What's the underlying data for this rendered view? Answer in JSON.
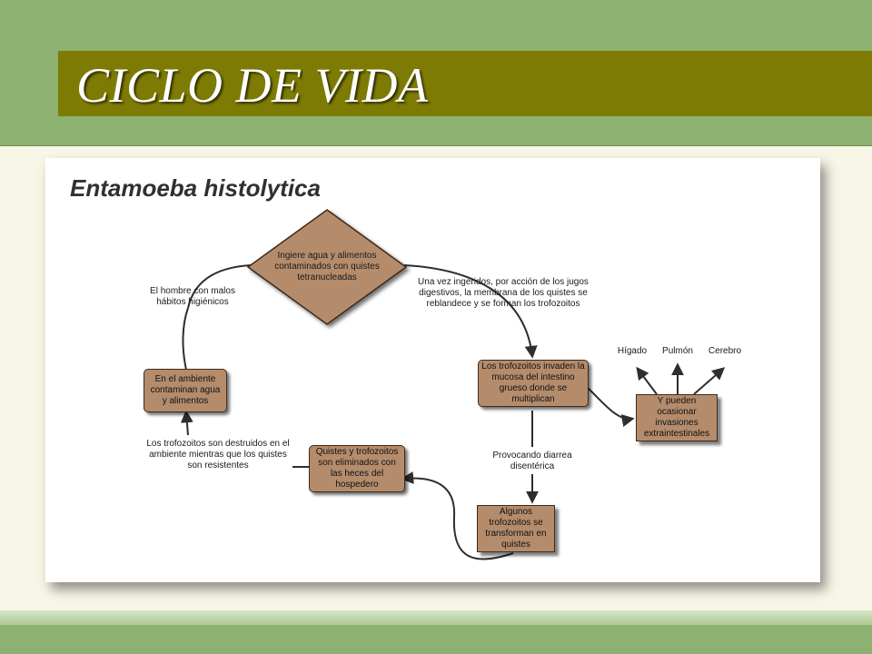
{
  "slide": {
    "title": "CICLO DE VIDA"
  },
  "diagram": {
    "title": "Entamoeba histolytica",
    "diamond": "Ingiere agua y alimentos contaminados con quistes tetranucleadas",
    "nodes": {
      "invasion": "Los trofozoitos invaden la mucosa del intestino grueso donde se multiplican",
      "extraintestinal": "Y pueden ocasionar invasiones extraintestinales",
      "transform": "Algunos trofozoitos se transforman en quistes",
      "elimination": "Quistes y trofozoitos son eliminados con las heces del hospedero",
      "environment": "En el ambiente contaminan agua y alimentos"
    },
    "labels": {
      "ingestion": "Una vez ingeridos, por acción de los jugos digestivos, la membrana de los quistes se reblandece y se forman los trofozoitos",
      "diarrhea": "Provocando diarrea disentérica",
      "destroyed": "Los trofozoitos son destruidos en el ambiente mientras que los quistes son resistentes",
      "habits": "El hombre con malos hábitos higiénicos"
    },
    "organs": {
      "liver": "Hígado",
      "lung": "Pulmón",
      "brain": "Cerebro"
    }
  }
}
